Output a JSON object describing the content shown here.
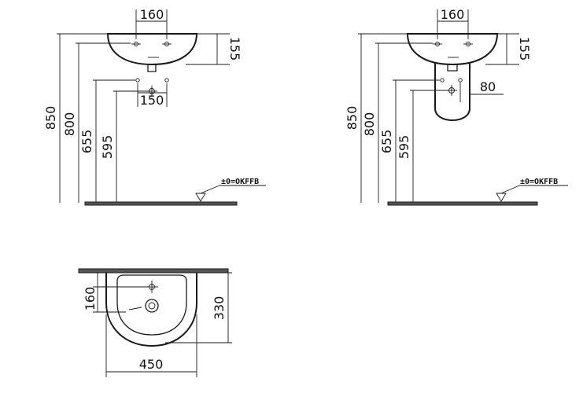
{
  "views": {
    "wall_hung_front": {
      "basin_hole_spacing": "160",
      "basin_height": "155",
      "outlet_spacing": "150",
      "height_total": "850",
      "height_rim": "800",
      "height_supply": "655",
      "height_waste": "595",
      "floor_reference": "±0=OKFFB"
    },
    "pedestal_front": {
      "basin_hole_spacing": "160",
      "basin_height": "155",
      "pedestal_offset": "80",
      "height_total": "850",
      "height_rim": "800",
      "height_supply": "655",
      "height_waste": "595",
      "floor_reference": "±0=OKFFB"
    },
    "top_plan": {
      "tap_hole_offset": "160",
      "depth": "330",
      "width": "450"
    }
  }
}
